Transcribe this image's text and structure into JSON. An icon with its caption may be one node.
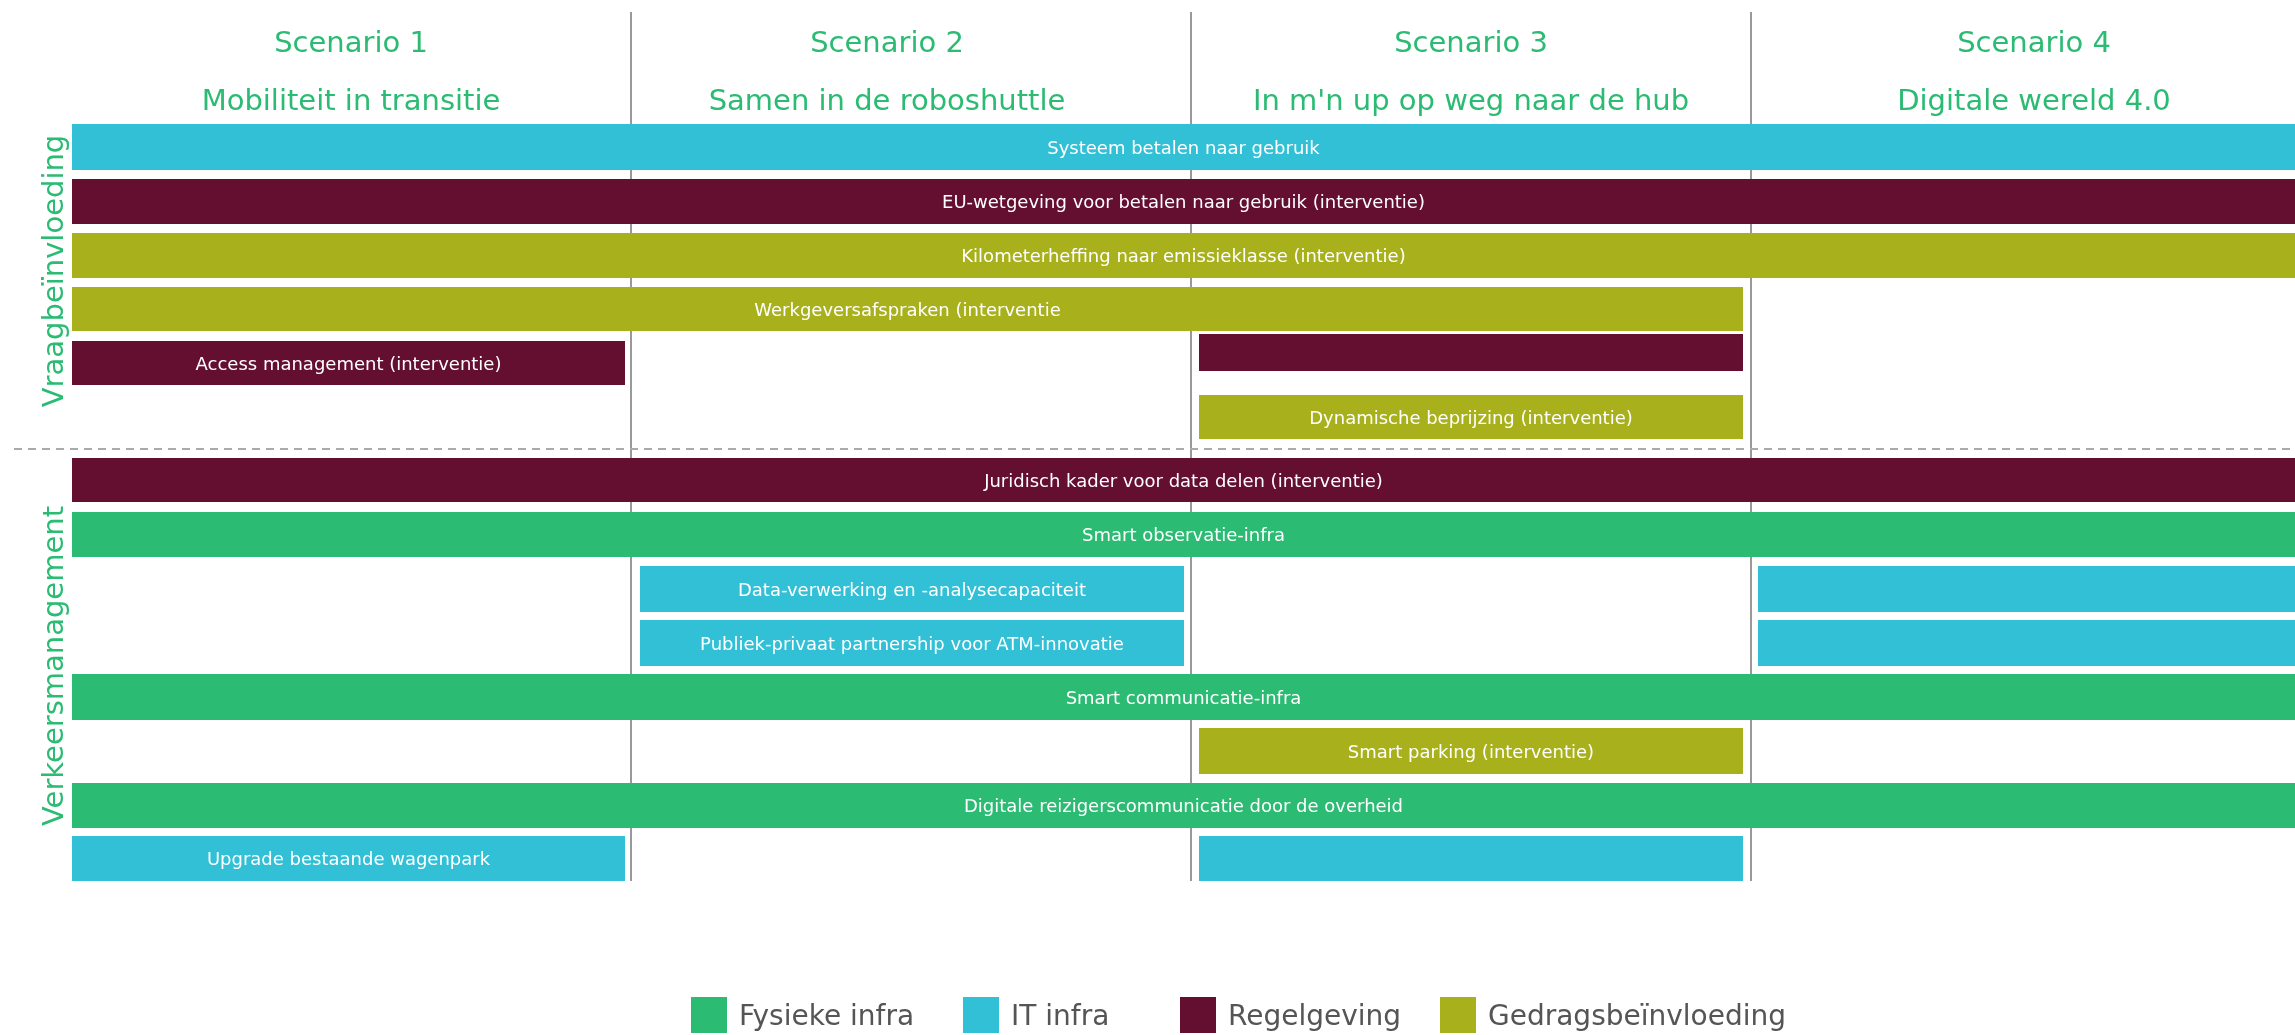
{
  "diagram": {
    "nodes": [
      {
        "text": [
          "Systeem betalen naar gebruik"
        ]
      },
      {
        "text": [
          "EU-wetgeving voor betalen naar gebruik (interventie)"
        ]
      },
      {
        "text": [
          "Kilometerheffing naar emissieklasse (interventie)"
        ]
      },
      {
        "text": [
          "Werkgeversafspraken (interventie"
        ]
      },
      {
        "text": [
          "Access management (interventie)"
        ]
      },
      {
        "text": [],
        "shape": "bar"
      },
      {
        "text": [
          "Dynamische beprijzing (interventie)"
        ]
      },
      {
        "text": [
          "Juridisch kader voor data delen (interventie)"
        ]
      },
      {
        "text": [
          "Smart observatie-infra"
        ]
      },
      {
        "text": [
          "Data-verwerking en -analysecapaciteit"
        ]
      },
      {
        "text": [],
        "shape": "bar"
      },
      {
        "text": [
          "Publiek-privaat partnership voor ATM-innovatie"
        ]
      },
      {
        "text": [],
        "shape": "bar"
      },
      {
        "text": [
          "Smart communicatie-infra"
        ]
      },
      {
        "text": [
          "Smart parking (interventie)"
        ]
      },
      {
        "text": [
          "Digitale reizigerscommunicatie door de overheid"
        ]
      },
      {
        "text": [
          "Upgrade bestaande wagenpark"
        ]
      },
      {
        "text": [],
        "shape": "bar"
      }
    ],
    "edges": [],
    "labels": [
      "Scenario 1",
      "Mobiliteit in transitie",
      "Scenario 2",
      "Samen in de roboshuttle",
      "Scenario 3",
      "In m'n up op weg naar de hub",
      "Scenario 4",
      "Digitale wereld 4.0",
      "Vraagbeïnvloeding",
      "Verkeersmanagement"
    ],
    "legend": [
      {
        "text": "Fysieke infra",
        "color": "#2bbb73"
      },
      {
        "text": "IT infra",
        "color": "#31c0d6"
      },
      {
        "text": "Regelgeving",
        "color": "#640f30"
      },
      {
        "text": "Gedragsbeïnvloeding",
        "color": "#a8b11c"
      }
    ]
  }
}
